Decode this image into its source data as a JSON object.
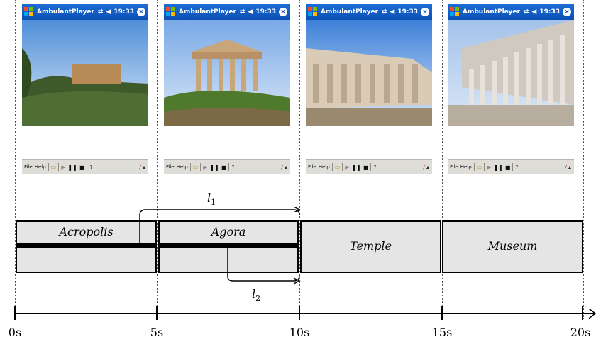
{
  "window": {
    "title": "AmbulantPlayer",
    "time": "19:33",
    "close_glyph": "×",
    "menu_file": "File",
    "menu_help": "Help"
  },
  "screens": [
    {
      "scene": "acropolis",
      "sky": "#4f8fd8",
      "stone": "#b88a55"
    },
    {
      "scene": "agora",
      "sky": "#79a9e6",
      "stone": "#c9a57a"
    },
    {
      "scene": "temple",
      "sky": "#3d80d8",
      "stone": "#d9cbb5"
    },
    {
      "scene": "museum",
      "sky": "#a3c2ea",
      "stone": "#e7e3dc"
    }
  ],
  "timeline": {
    "blocks": [
      {
        "label": "Acropolis",
        "start": 0,
        "end": 5
      },
      {
        "label": "Agora",
        "start": 5,
        "end": 10
      },
      {
        "label": "Temple",
        "start": 10,
        "end": 15
      },
      {
        "label": "Museum",
        "start": 15,
        "end": 20
      }
    ],
    "ticks": [
      "0s",
      "5s",
      "10s",
      "15s",
      "20s"
    ],
    "links": [
      {
        "name": "l",
        "sub": "1",
        "from_s": 4.4,
        "to_s": 10
      },
      {
        "name": "l",
        "sub": "2",
        "from_s": 7.4,
        "to_s": 10
      }
    ]
  },
  "colors": {
    "block_fill": "#e5e5e5",
    "titlebar": "#0b4fb4",
    "toolbar": "#dfddd7"
  }
}
